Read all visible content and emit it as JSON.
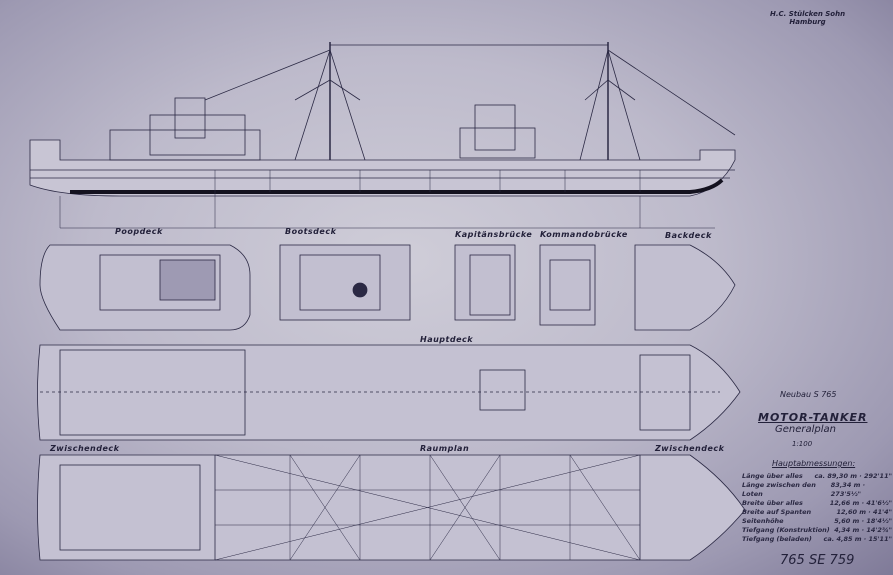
{
  "maker": {
    "line1": "H.C. Stülcken Sohn",
    "line2": "Hamburg"
  },
  "views": {
    "poopdeck": "Poopdeck",
    "bootsdeck": "Bootsdeck",
    "kapitaensbruecke": "Kapitänsbrücke",
    "kommandobruecke": "Kommandobrücke",
    "backdeck": "Backdeck",
    "hauptdeck": "Hauptdeck",
    "zwischendeck_left": "Zwischendeck",
    "raumplan": "Raumplan",
    "zwischendeck_right": "Zwischendeck"
  },
  "title_block": {
    "newbuild": "Neubau S 765",
    "title": "MOTOR-TANKER",
    "subtitle": "Generalplan",
    "scale": "1:100",
    "dimensions_heading": "Hauptabmessungen:",
    "dimensions": [
      {
        "label": "Länge über alles",
        "value": "ca. 89,30 m · 292'11\""
      },
      {
        "label": "Länge zwischen den Loten",
        "value": "83,34 m · 273'5½\""
      },
      {
        "label": "Breite über alles",
        "value": "12,66 m · 41'6½\""
      },
      {
        "label": "Breite auf Spanten",
        "value": "12,60 m · 41'4\""
      },
      {
        "label": "Seitenhöhe",
        "value": "5,60 m · 18'4½\""
      },
      {
        "label": "Tiefgang (Konstruktion)",
        "value": "4,34 m · 14'2¾\""
      },
      {
        "label": "Tiefgang (beladen)",
        "value": "ca. 4,85 m · 15'11\""
      }
    ],
    "drawing_number": "765 SE 759"
  },
  "colors": {
    "paper": "#bdbacb",
    "ink": "#23213a",
    "hull_bottom": "#14121f"
  }
}
